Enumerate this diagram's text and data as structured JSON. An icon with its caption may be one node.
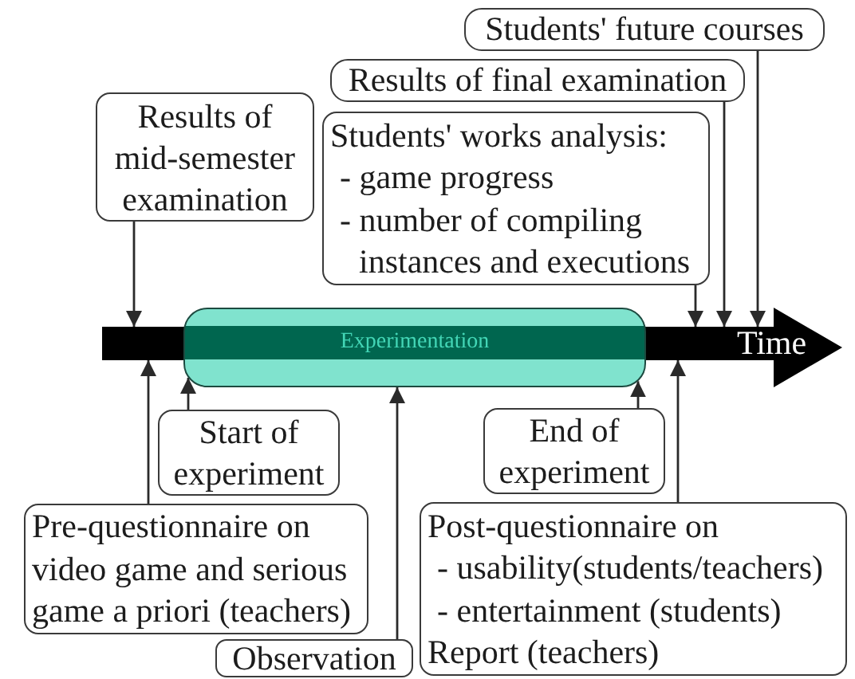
{
  "diagram": {
    "nodes": [
      {
        "text": [
          "Students' future courses"
        ]
      },
      {
        "text": [
          "Results of final examination"
        ]
      },
      {
        "text": [
          "Results of mid-semester examination"
        ]
      },
      {
        "text": [
          "Students' works analysis:",
          "- game progress",
          "- number of compiling instances and executions"
        ]
      },
      {
        "text": [
          "Time"
        ]
      },
      {
        "text": [
          "Experimentation"
        ],
        "in": 4
      },
      {
        "text": [
          "Start of experiment"
        ]
      },
      {
        "text": [
          "End of experiment"
        ]
      },
      {
        "text": [
          "Pre-questionnaire on video game and serious game a priori (teachers)"
        ]
      },
      {
        "text": [
          "Post-questionnaire on",
          "- usability(students/teachers)",
          "- entertainment (students)",
          "Report (teachers)"
        ]
      },
      {
        "text": [
          "Observation"
        ]
      }
    ],
    "edges": [
      {
        "from": 0,
        "to": 4,
        "arrow": "to"
      },
      {
        "from": 1,
        "to": 4,
        "arrow": "to"
      },
      {
        "from": 2,
        "to": 4,
        "arrow": "to"
      },
      {
        "from": 3,
        "to": 4,
        "arrow": "to"
      },
      {
        "from": 6,
        "to": 5,
        "arrow": "to"
      },
      {
        "from": 7,
        "to": 5,
        "arrow": "to"
      },
      {
        "from": 8,
        "to": 4,
        "arrow": "to"
      },
      {
        "from": 9,
        "to": 4,
        "arrow": "to"
      },
      {
        "from": 10,
        "to": 5,
        "arrow": "to"
      }
    ]
  }
}
